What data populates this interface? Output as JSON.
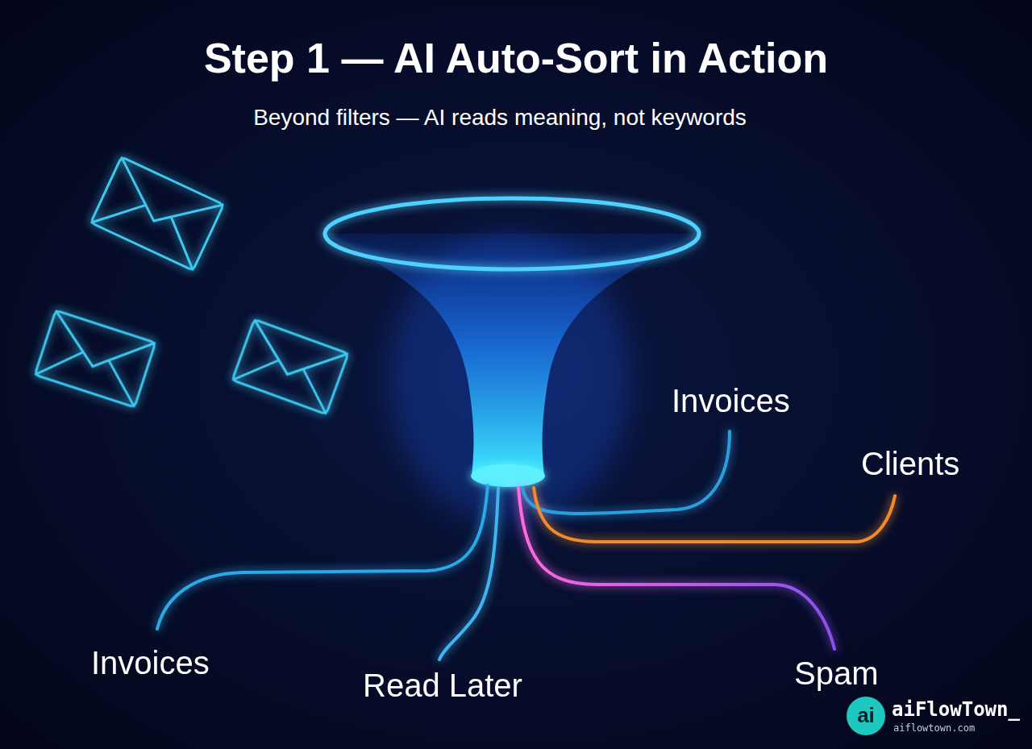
{
  "diagram": {
    "title": "Step 1 — AI Auto-Sort in Action",
    "labels": [
      "Beyond filters — AI reads meaning, not keywords",
      "Invoices",
      "Clients",
      "Spam",
      "Read Later",
      "Invoices",
      "ai",
      "aiFlowTown_",
      "aiflowtown.com"
    ]
  }
}
